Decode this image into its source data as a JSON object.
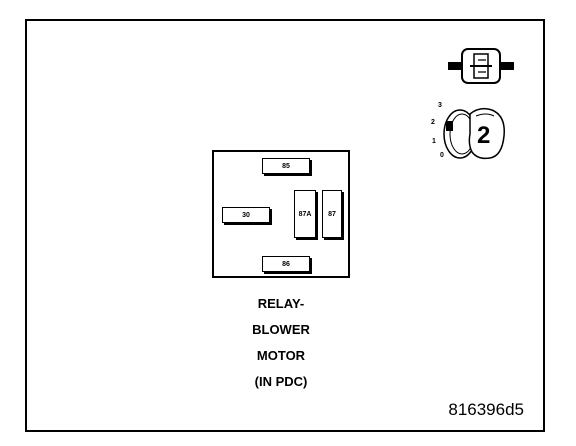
{
  "relay": {
    "pins": {
      "pin_85": "85",
      "pin_30": "30",
      "pin_87a": "87A",
      "pin_87": "87",
      "pin_86": "86"
    },
    "caption": {
      "line1": "RELAY-",
      "line2": "BLOWER",
      "line3": "MOTOR",
      "line4": "(IN PDC)"
    }
  },
  "key_icon": {
    "positions": {
      "p3": "3",
      "p2": "2",
      "p1": "1",
      "p0": "0"
    },
    "digit": "2"
  },
  "figure_id": "816396d5"
}
